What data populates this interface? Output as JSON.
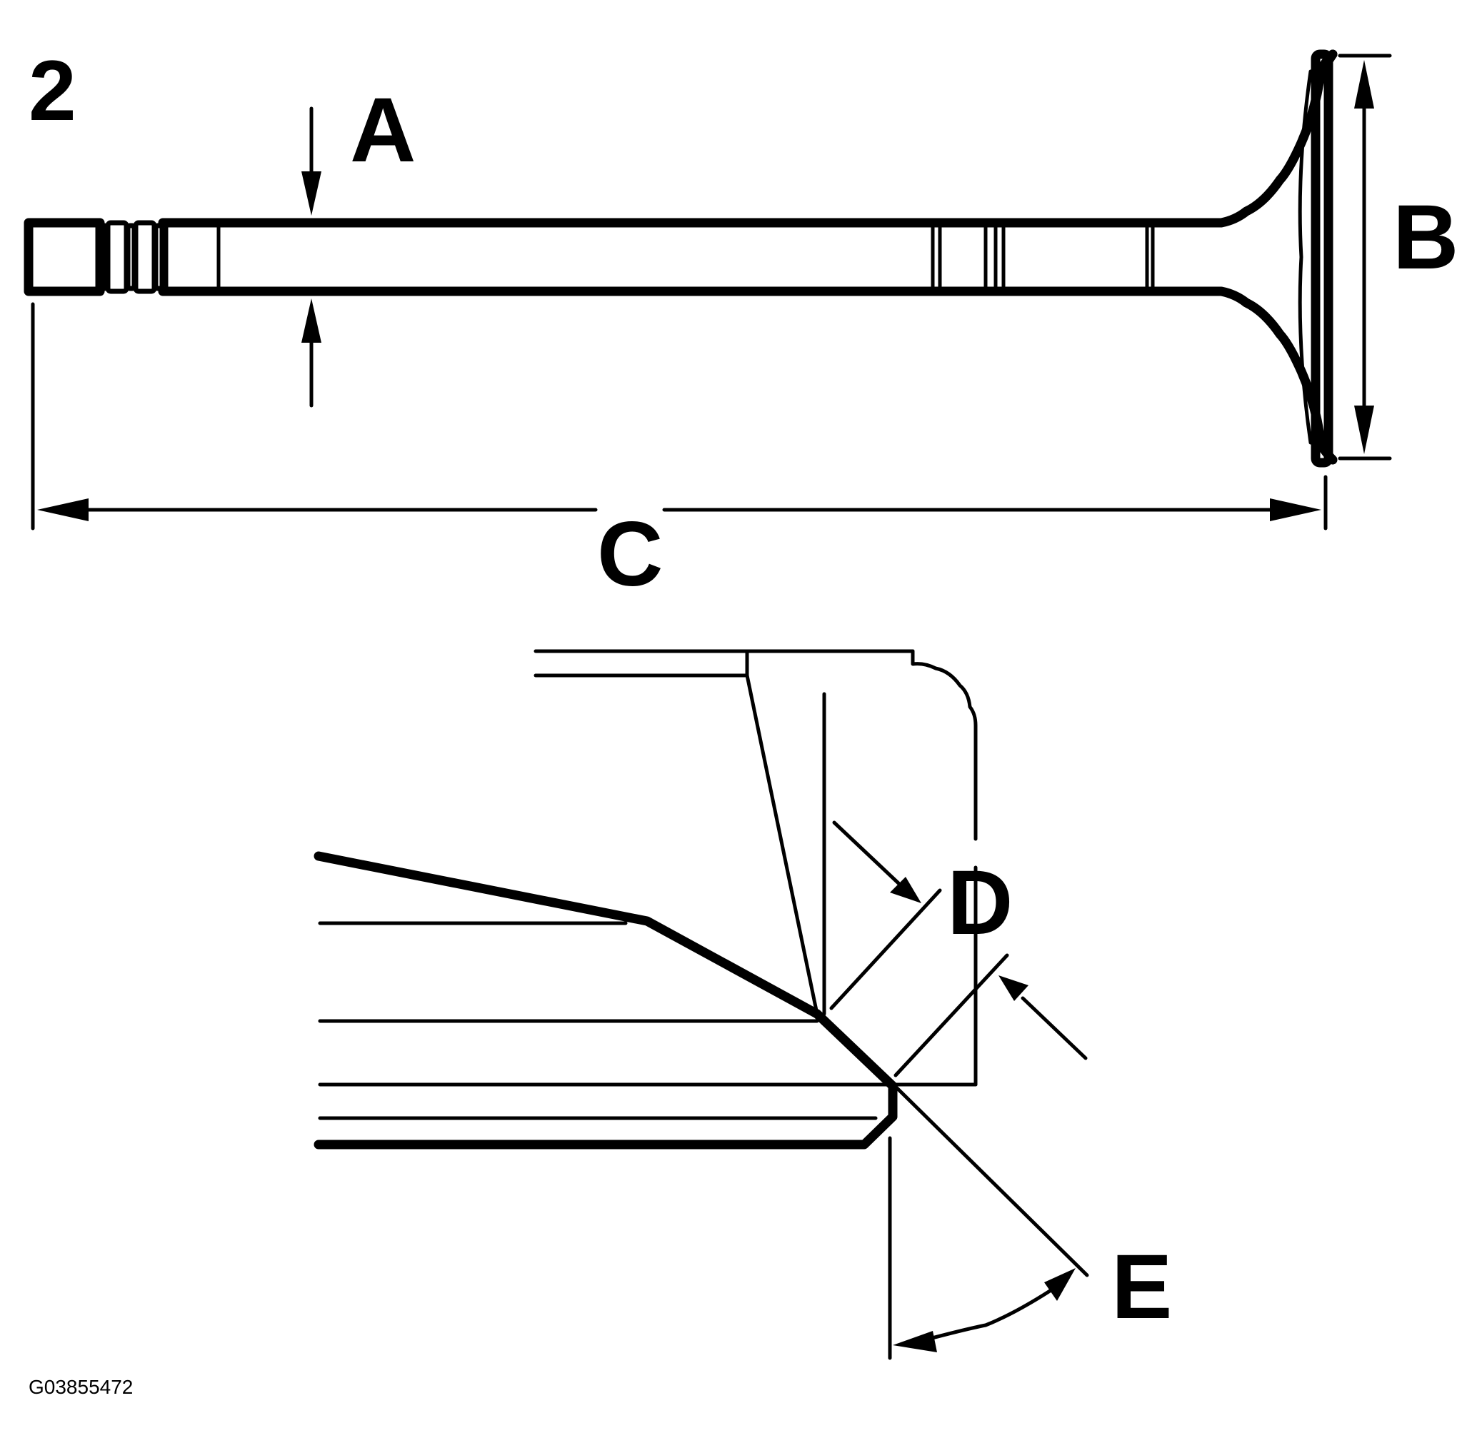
{
  "figure": {
    "number": "2",
    "labels": {
      "a": "A",
      "b": "B",
      "c": "C",
      "d": "D",
      "e": "E"
    },
    "reference_code": "G03855472"
  }
}
